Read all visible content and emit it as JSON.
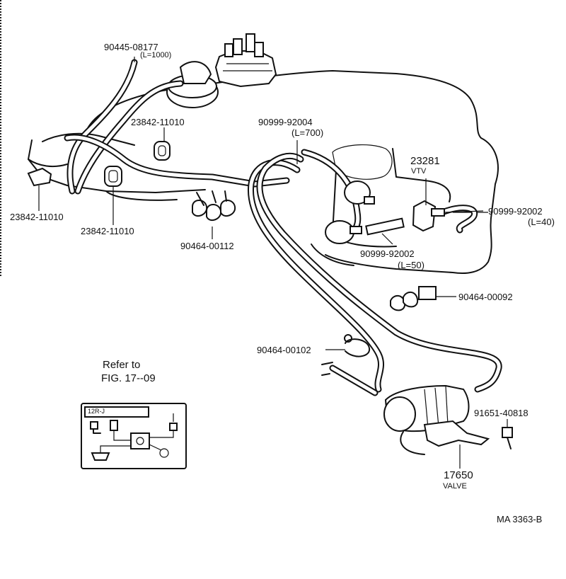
{
  "labels": {
    "p_90445_08177": "90445-08177",
    "p_90445_08177_len": "(L=1000)",
    "p_23842_11010_top": "23842-11010",
    "p_23842_11010_left": "23842-11010",
    "p_23842_11010_mid": "23842-11010",
    "p_90464_00112": "90464-00112",
    "p_90999_92004": "90999-92004",
    "p_90999_92004_len": "(L=700)",
    "p_23281": "23281",
    "p_23281_sub": "VTV",
    "p_90999_92002_right": "90999-92002",
    "p_90999_92002_right_len": "(L=40)",
    "p_90999_92002_mid": "90999-92002",
    "p_90999_92002_mid_len": "(L=50)",
    "p_90464_00092": "90464-00092",
    "p_90464_00102": "90464-00102",
    "p_91651_40818": "91651-40818",
    "p_17650": "17650",
    "p_17650_sub": "VALVE",
    "refer_line1": "Refer to",
    "refer_line2": "FIG. 17--09",
    "inset_header": "12R-J",
    "drawing_code": "MA 3363-B"
  }
}
